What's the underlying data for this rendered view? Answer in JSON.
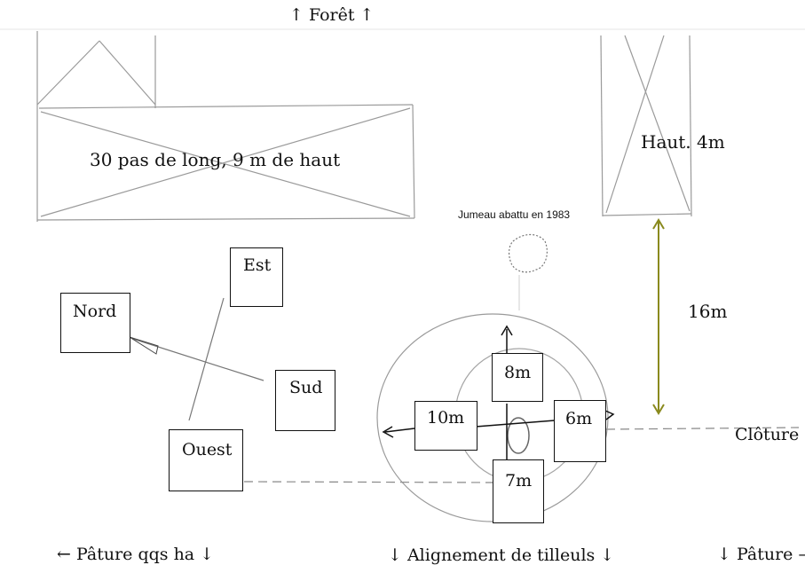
{
  "labels": {
    "top": "↑ Forêt ↑",
    "barn": "30 pas de long, 9 m de haut",
    "shed": "Haut. 4m",
    "twin": "Jumeau abattu en 1983",
    "gap": "16m",
    "fence": "Clôture",
    "bottom_left": "← Pâture qqs ha ↓",
    "bottom_center": "↓ Alignement de tilleuls ↓",
    "bottom_right": "↓ Pâture —"
  },
  "compass": {
    "north": "Nord",
    "east": "Est",
    "south": "Sud",
    "west": "Ouest"
  },
  "tree": {
    "north": "8m",
    "west": "10m",
    "east": "6m",
    "south": "7m"
  },
  "colors": {
    "measure_arrow": "#8a8a1e",
    "pencil": "#9a9a9a",
    "ink": "#111111"
  }
}
